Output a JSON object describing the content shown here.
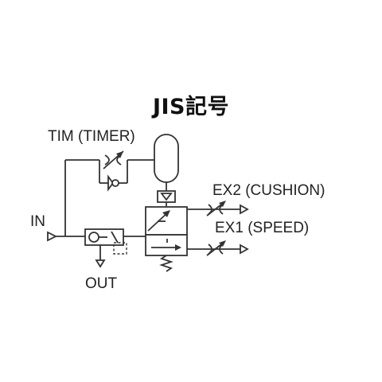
{
  "title": "JIS記号",
  "labels": {
    "timer": "TIM (TIMER)",
    "input": "IN",
    "output": "OUT",
    "exhaust2": "EX2 (CUSHION)",
    "exhaust1": "EX1 (SPEED)"
  }
}
